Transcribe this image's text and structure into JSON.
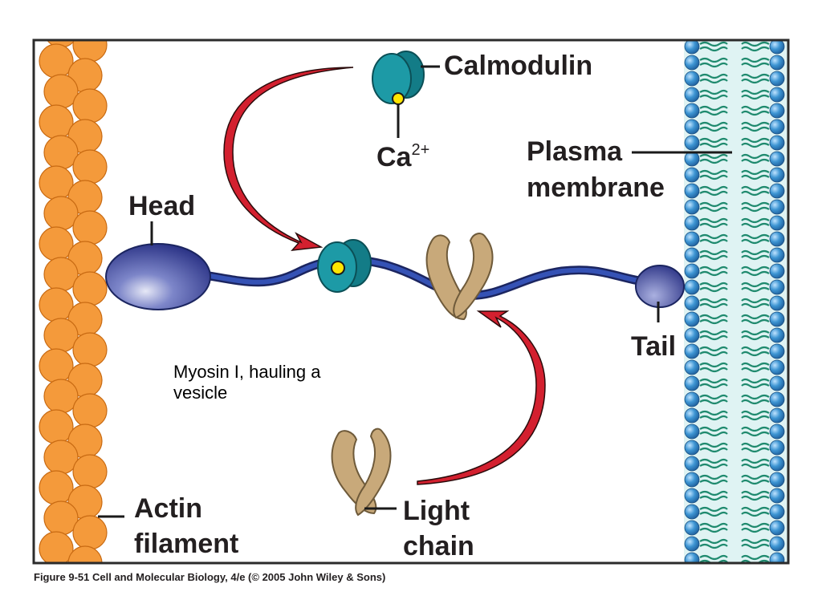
{
  "labels": {
    "calmodulin": "Calmodulin",
    "ca_base": "Ca",
    "ca_charge": "2+",
    "plasma_line1": "Plasma",
    "plasma_line2": "membrane",
    "head": "Head",
    "tail": "Tail",
    "actin_line1": "Actin",
    "actin_line2": "filament",
    "light_line1": "Light",
    "light_line2": "chain"
  },
  "annotation": {
    "line1": "Myosin I, hauling a",
    "line2": "vesicle"
  },
  "caption": "Figure 9-51  Cell and Molecular Biology, 4/e (© 2005 John Wiley & Sons)",
  "colors": {
    "frame": "#2b2b2b",
    "actin": "#f49a3b",
    "actin_stroke": "#c86a12",
    "myosin": "#2e3a8c",
    "myosin_rod": "#2f4aa8",
    "calmodulin": "#1d9aa6",
    "calcium": "#ffe600",
    "light_chain": "#c8a97a",
    "arrow": "#d3202f",
    "membrane_bg": "#dff3f3",
    "lipid_head": "#2f86c6",
    "lipid_tail": "#1f8a6e"
  }
}
